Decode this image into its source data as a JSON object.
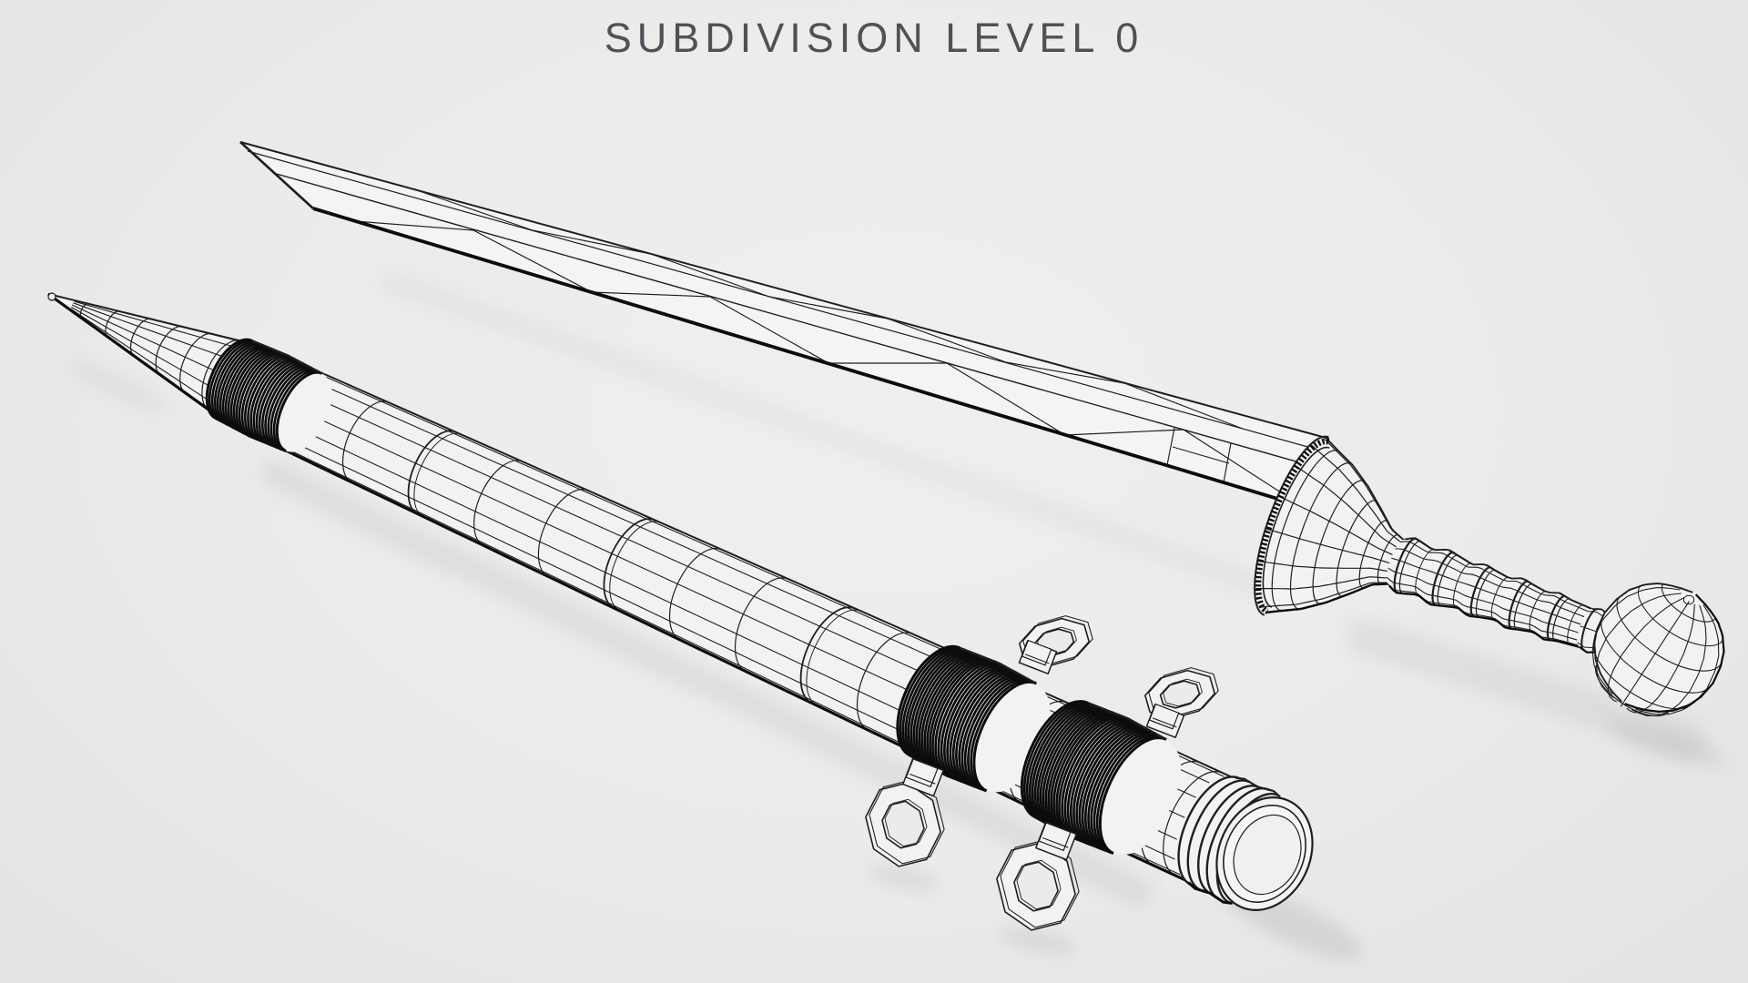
{
  "page": {
    "background_color": "#ebebeb"
  },
  "header": {
    "title": "SUBDIVISION LEVEL 0"
  },
  "scene": {
    "render_style": "wireframe-over-shaded",
    "subdivision_level": "0",
    "line_color": "#1f1f1f",
    "dark_line_color": "#0c0c0c",
    "surface_color": "#f2f2f1",
    "blade_surface_color": "#f4f4f3",
    "hole_color": "#ebebea",
    "shadow_color": "#55554f",
    "objects": [
      {
        "id": "gladius-sword",
        "parts": [
          "blade",
          "cross-guard",
          "ribbed-grip",
          "pommel"
        ]
      },
      {
        "id": "scabbard",
        "parts": [
          "tip-cone",
          "chape-band",
          "body",
          "suspension-band-1",
          "suspension-band-2",
          "carry-rings",
          "throat",
          "mouth"
        ]
      }
    ]
  }
}
